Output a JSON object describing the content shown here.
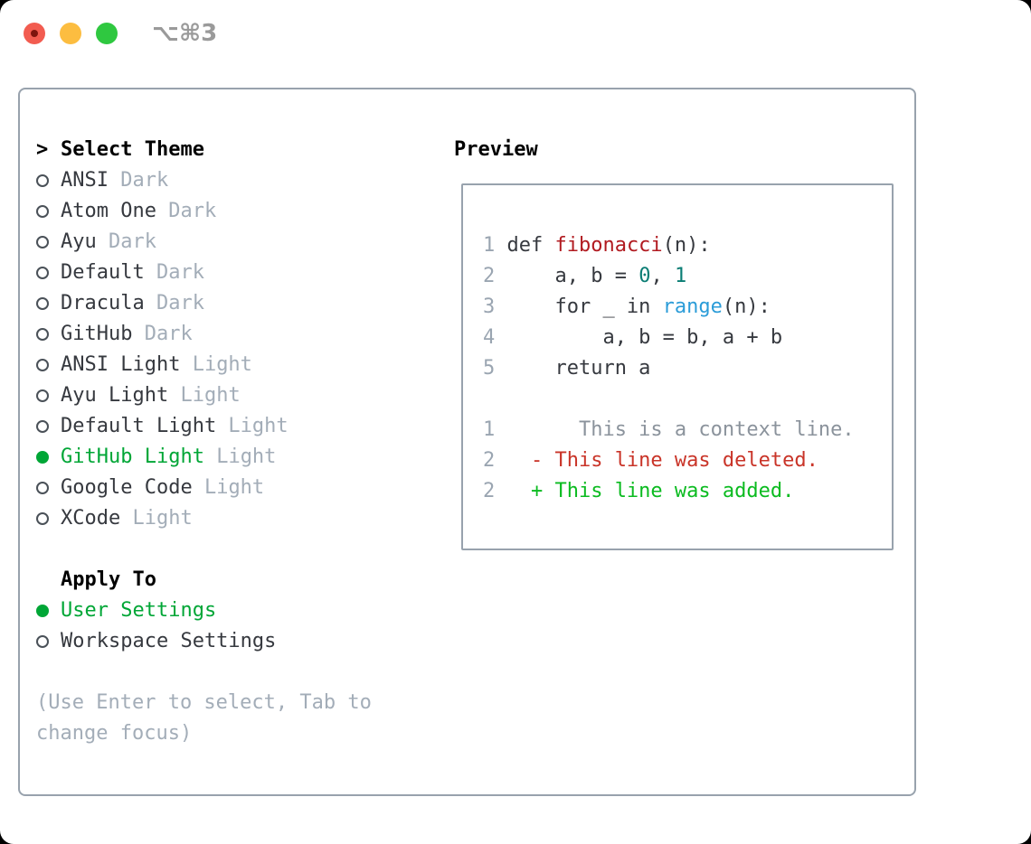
{
  "window": {
    "title": "⌥⌘3"
  },
  "colors": {
    "accent_green": "#00a636",
    "added_green": "#0bbb20",
    "deleted_red": "#c93428",
    "func_red": "#b11a20",
    "number_teal": "#0a7d74",
    "builtin_blue": "#2b9cd8",
    "text_dark": "#36393f",
    "muted_gray": "#a3adb8",
    "linenum_gray": "#9aa5b1",
    "context_gray": "#8b939c",
    "border_gray": "#98a2ad",
    "traffic_red": "#f25c50",
    "traffic_yellow": "#fcbd40",
    "traffic_green": "#2fc840",
    "title_gray": "#9a9a9a"
  },
  "theme_list": {
    "prompt": ">",
    "title": "Select Theme",
    "items": [
      {
        "name": "ANSI",
        "variant": "Dark",
        "selected": false
      },
      {
        "name": "Atom One",
        "variant": "Dark",
        "selected": false
      },
      {
        "name": "Ayu",
        "variant": "Dark",
        "selected": false
      },
      {
        "name": "Default",
        "variant": "Dark",
        "selected": false
      },
      {
        "name": "Dracula",
        "variant": "Dark",
        "selected": false
      },
      {
        "name": "GitHub",
        "variant": "Dark",
        "selected": false
      },
      {
        "name": "ANSI Light",
        "variant": "Light",
        "selected": false
      },
      {
        "name": "Ayu Light",
        "variant": "Light",
        "selected": false
      },
      {
        "name": "Default Light",
        "variant": "Light",
        "selected": false
      },
      {
        "name": "GitHub Light",
        "variant": "Light",
        "selected": true
      },
      {
        "name": "Google Code",
        "variant": "Light",
        "selected": false
      },
      {
        "name": "XCode",
        "variant": "Light",
        "selected": false
      }
    ]
  },
  "apply_to": {
    "title": "Apply To",
    "items": [
      {
        "label": "User Settings",
        "selected": true
      },
      {
        "label": "Workspace Settings",
        "selected": false
      }
    ]
  },
  "hint": {
    "lines": [
      "(Use Enter to select, Tab to",
      "change focus)"
    ]
  },
  "preview": {
    "title": "Preview",
    "code_lines": [
      {
        "num": "1",
        "segments": [
          {
            "t": "def ",
            "c": "code"
          },
          {
            "t": "fibonacci",
            "c": "func"
          },
          {
            "t": "(n):",
            "c": "code"
          }
        ]
      },
      {
        "num": "2",
        "segments": [
          {
            "t": "    a, b = ",
            "c": "code"
          },
          {
            "t": "0",
            "c": "num"
          },
          {
            "t": ", ",
            "c": "code"
          },
          {
            "t": "1",
            "c": "num"
          }
        ]
      },
      {
        "num": "3",
        "segments": [
          {
            "t": "    for _ in ",
            "c": "code"
          },
          {
            "t": "range",
            "c": "builtin"
          },
          {
            "t": "(n):",
            "c": "code"
          }
        ]
      },
      {
        "num": "4",
        "segments": [
          {
            "t": "        a, b = b, a + b",
            "c": "code"
          }
        ]
      },
      {
        "num": "5",
        "segments": [
          {
            "t": "    return a",
            "c": "code"
          }
        ]
      }
    ],
    "diff_lines": [
      {
        "num": "1",
        "text": "      This is a context line.",
        "type": "context"
      },
      {
        "num": "2",
        "text": "  - This line was deleted.",
        "type": "deleted"
      },
      {
        "num": "2",
        "text": "  + This line was added.",
        "type": "added"
      }
    ]
  }
}
